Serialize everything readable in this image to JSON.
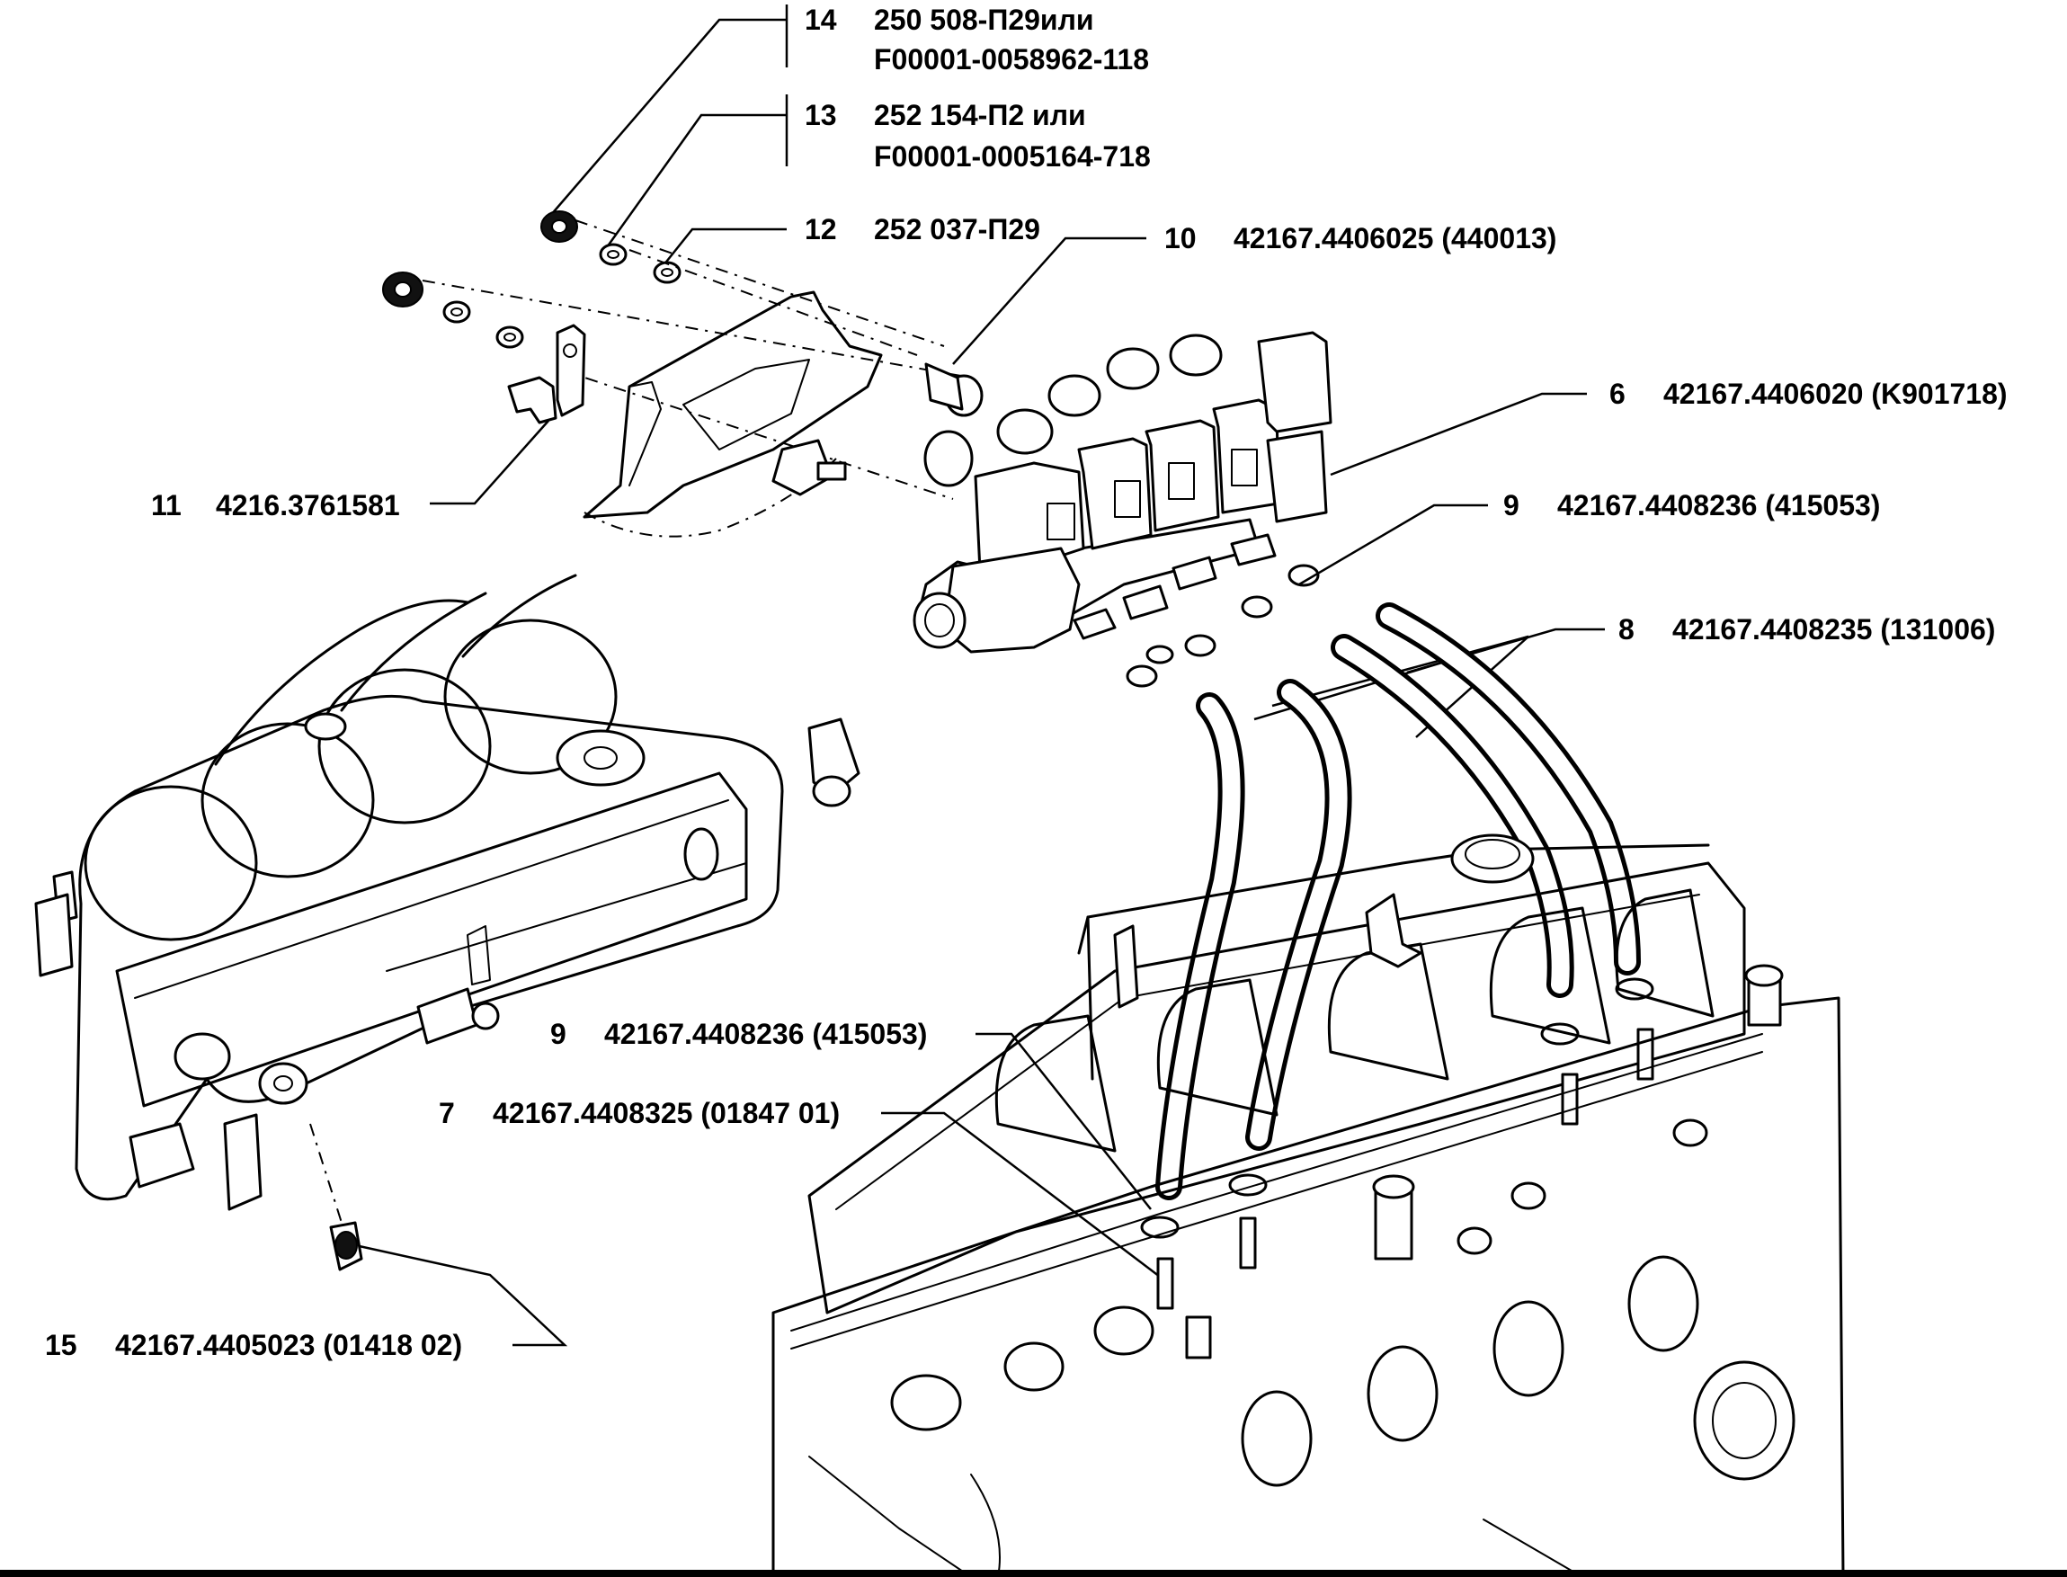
{
  "callouts": [
    {
      "id": "14",
      "num": "14",
      "line1": "250 508-П29или",
      "line2": "F00001-0058962-118"
    },
    {
      "id": "13",
      "num": "13",
      "line1": "252 154-П2 или",
      "line2": "F00001-0005164-718"
    },
    {
      "id": "12",
      "num": "12",
      "line1": "252 037-П29"
    },
    {
      "id": "10",
      "num": "10",
      "line1": "42167.4406025 (440013)"
    },
    {
      "id": "6",
      "num": "6",
      "line1": "42167.4406020 (K901718)"
    },
    {
      "id": "11",
      "num": "11",
      "line1": "4216.3761581"
    },
    {
      "id": "9a",
      "num": "9",
      "line1": "42167.4408236 (415053)"
    },
    {
      "id": "8",
      "num": "8",
      "line1": "42167.4408235 (131006)"
    },
    {
      "id": "9b",
      "num": "9",
      "line1": "42167.4408236 (415053)"
    },
    {
      "id": "7",
      "num": "7",
      "line1": "42167.4408325 (01847 01)"
    },
    {
      "id": "15",
      "num": "15",
      "line1": "42167.4405023 (01418 02)"
    }
  ]
}
